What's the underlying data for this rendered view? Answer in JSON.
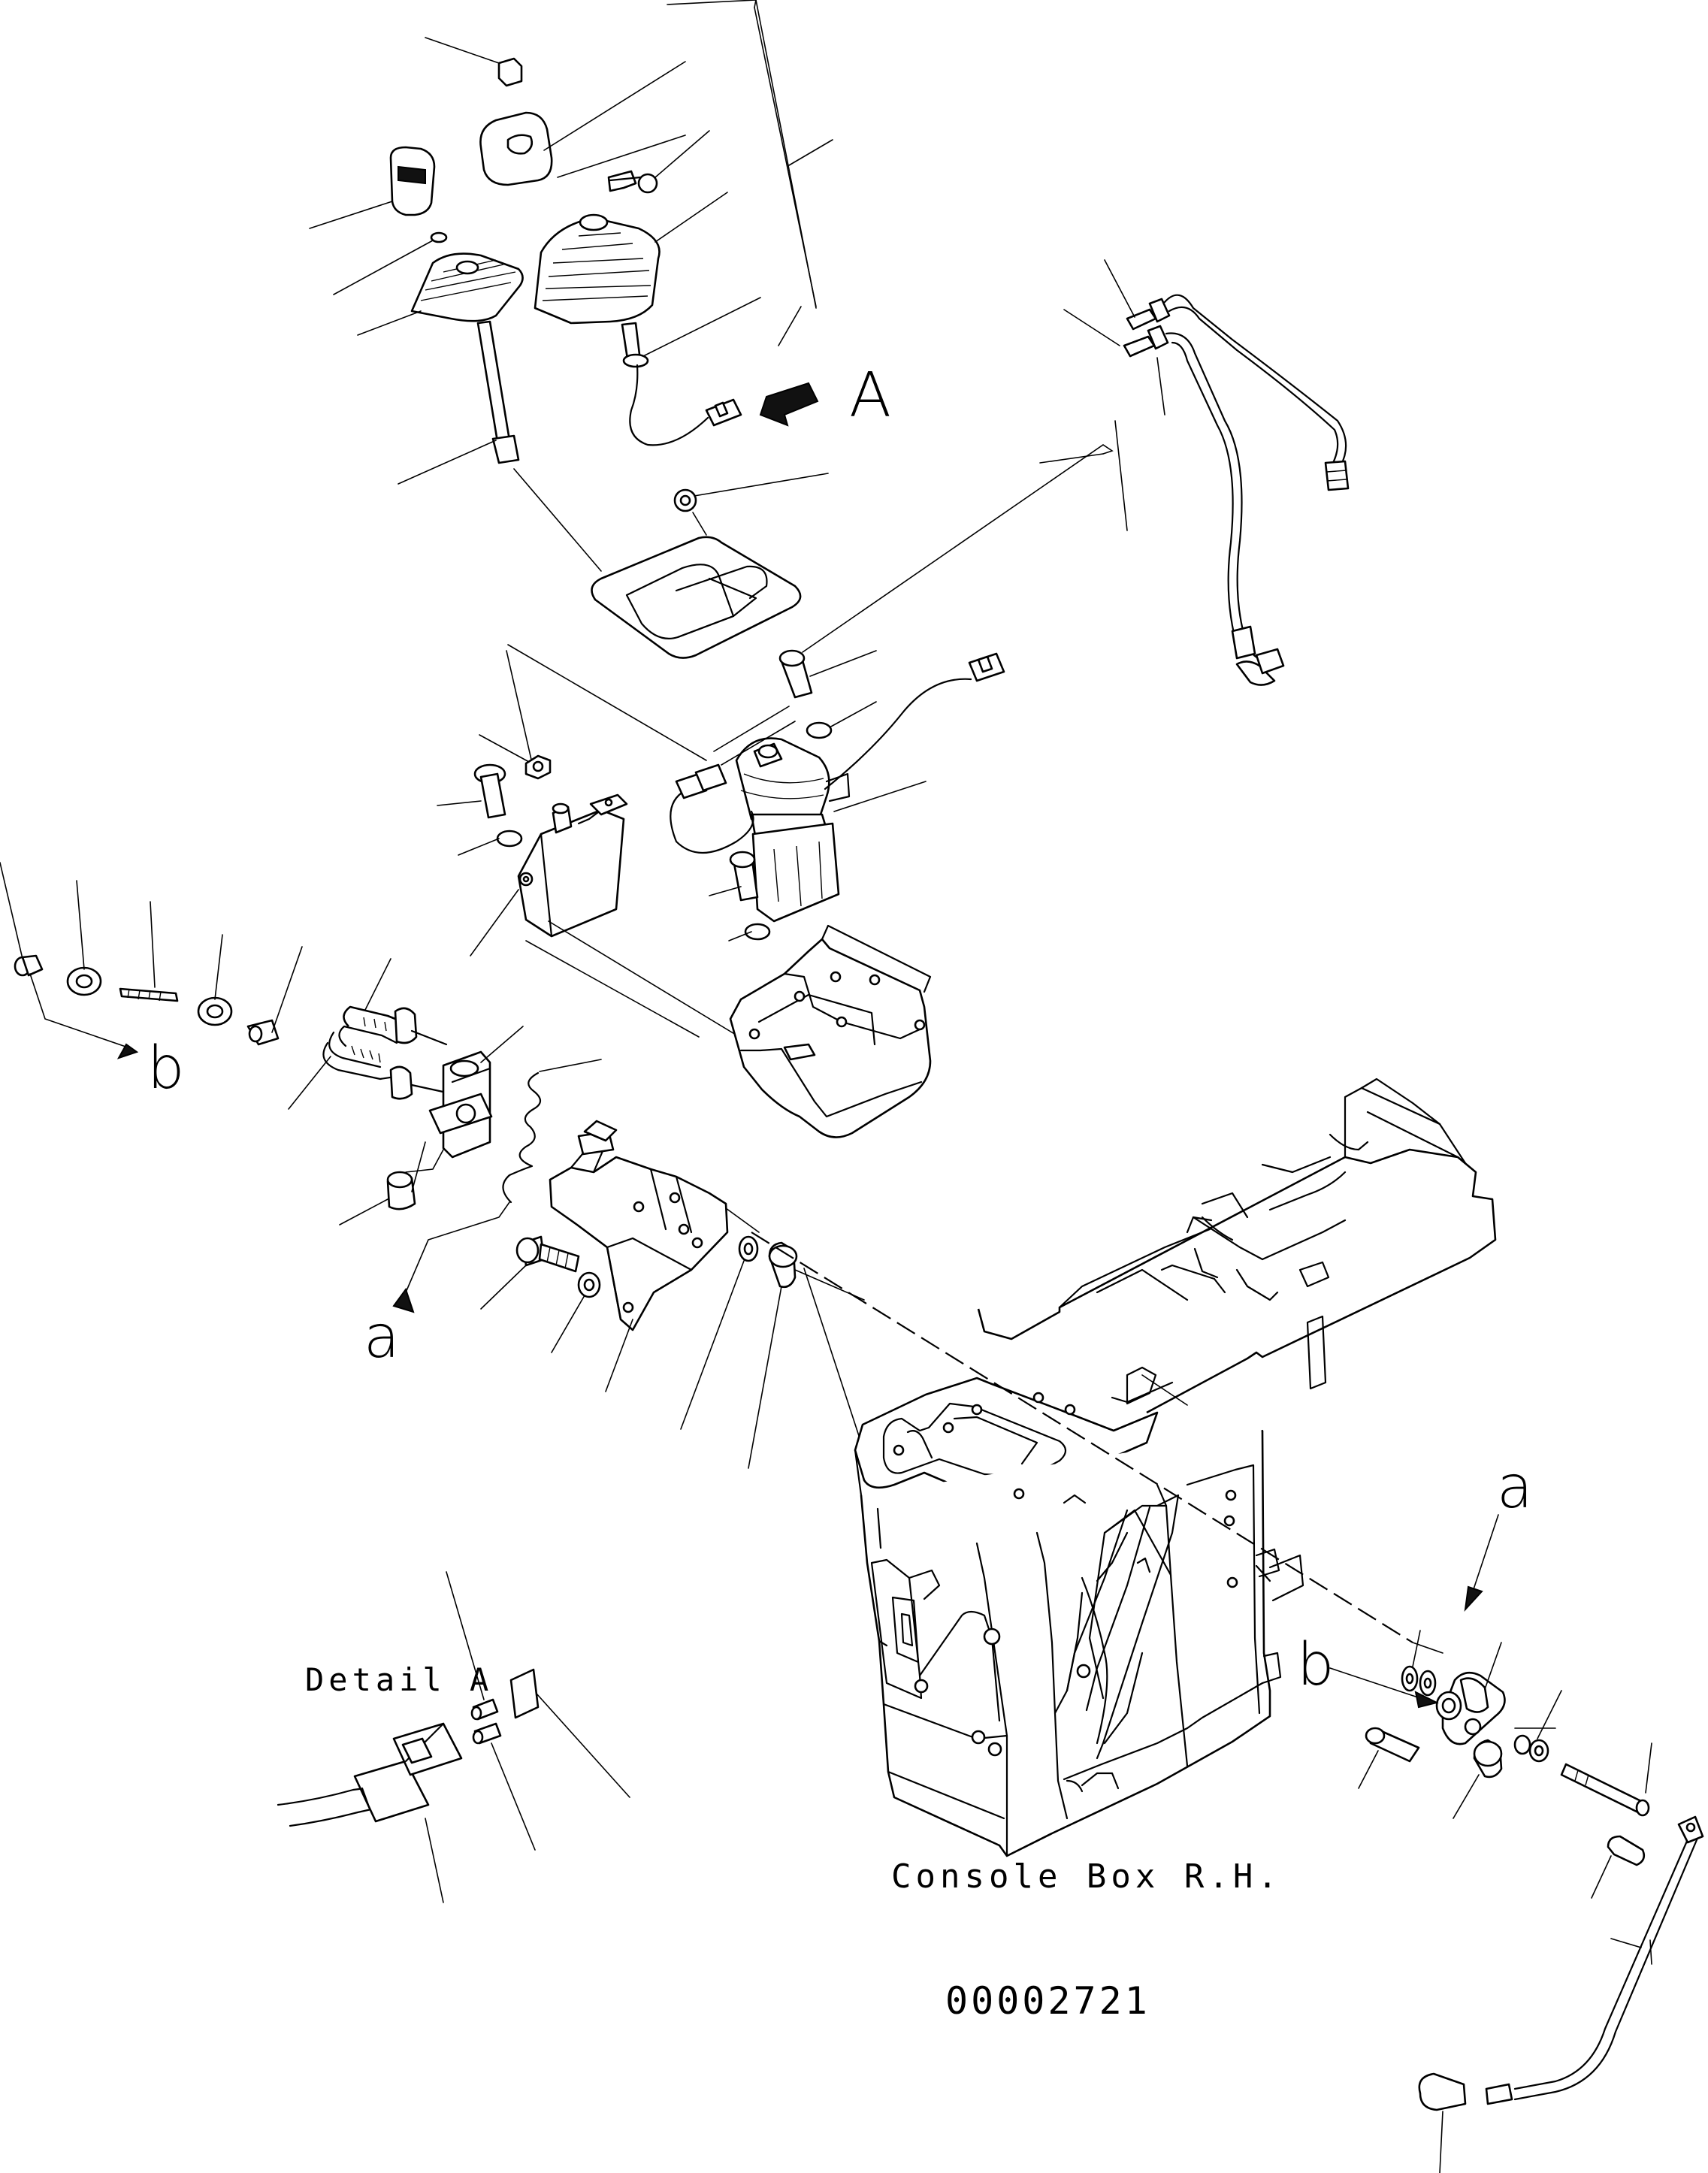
{
  "labels": {
    "view_a": "A",
    "detail_a": "Detail A",
    "console_box": "Console Box R.H.",
    "part_number": "00002721",
    "ref_a_left": "a",
    "ref_a_right": "a",
    "ref_b_left": "b",
    "ref_b_right": "b"
  }
}
